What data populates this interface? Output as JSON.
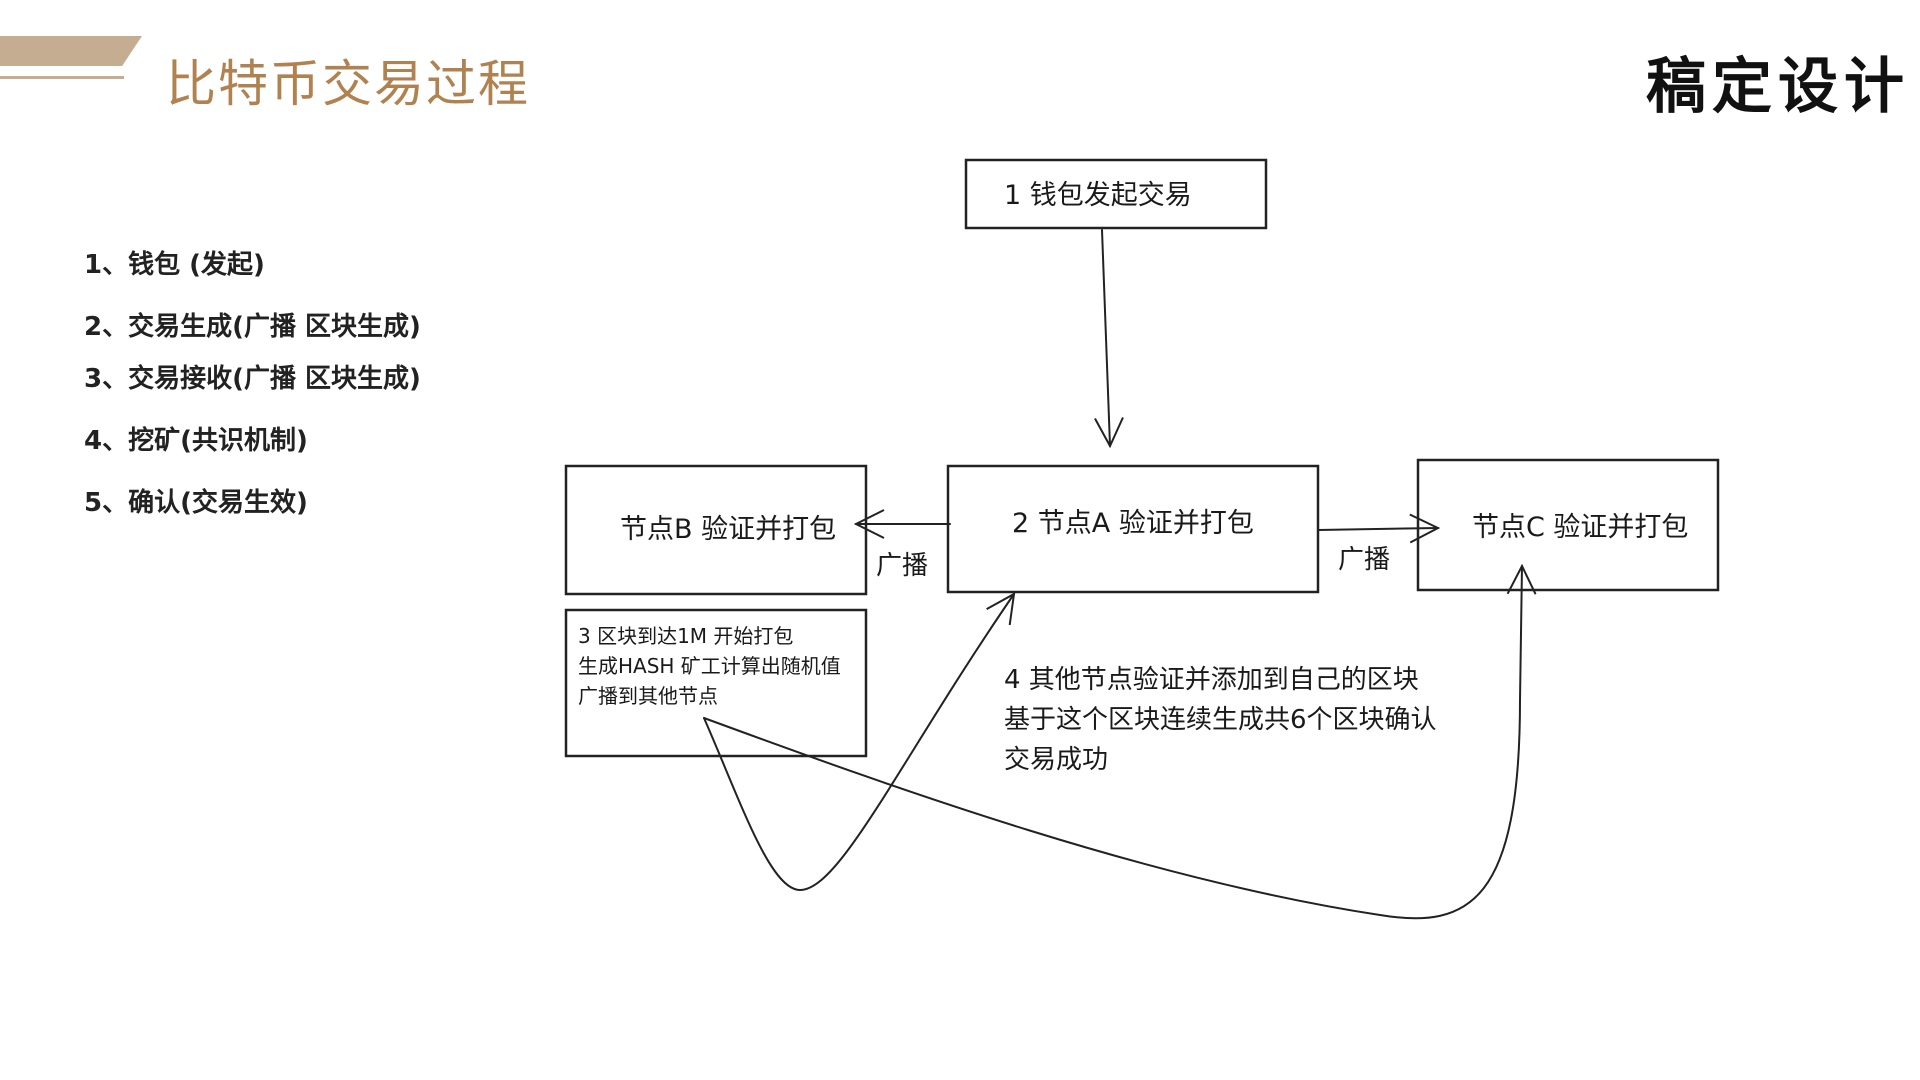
{
  "header": {
    "title": "比特币交易过程",
    "corner_label": "稿定设计",
    "accent_color": "#b08250",
    "decoration_color": "#c4ad90"
  },
  "steps": [
    "1、钱包 (发起)",
    "2、交易生成(广播 区块生成)",
    "3、交易接收(广播 区块生成)",
    "4、挖矿(共识机制)",
    "5、确认(交易生效)"
  ],
  "diagram": {
    "nodes": {
      "wallet": "1  钱包发起交易",
      "node_a": "2  节点A  验证并打包",
      "node_b": "节点B  验证并打包",
      "node_c": "节点C  验证并打包",
      "block_note": [
        "3  区块到达1M  开始打包",
        "生成HASH  矿工计算出随机值",
        "广播到其他节点"
      ]
    },
    "edge_labels": {
      "broadcast_left": "广播",
      "broadcast_right": "广播"
    },
    "note": [
      "4  其他节点验证并添加到自己的区块",
      "基于这个区块连续生成共6个区块确认",
      "交易成功"
    ]
  }
}
